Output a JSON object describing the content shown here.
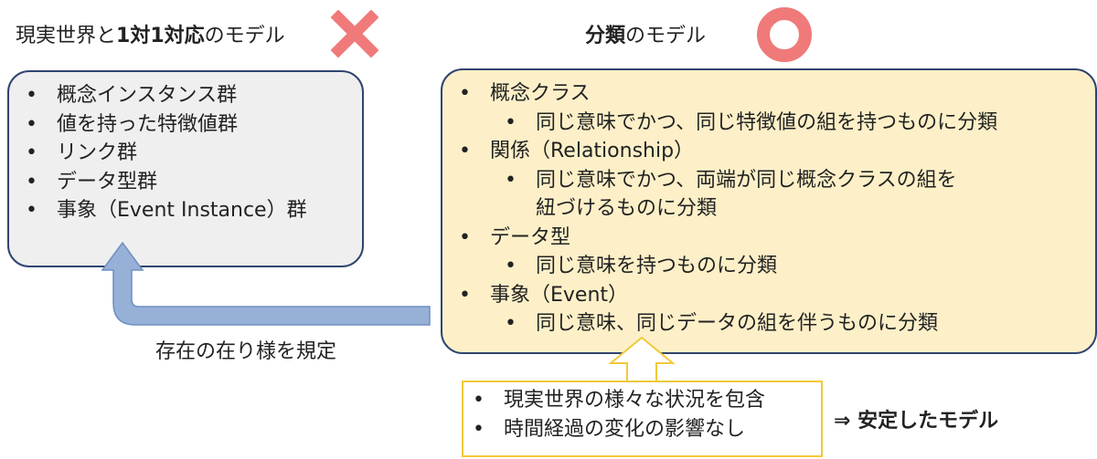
{
  "left": {
    "heading_pre": "現実世界と",
    "heading_bold": "1対1対応",
    "heading_post": "のモデル",
    "items": [
      "概念インスタンス群",
      "値を持った特徴値群",
      "リンク群",
      "データ型群",
      "事象（Event Instance）群"
    ]
  },
  "right": {
    "heading_bold": "分類",
    "heading_post": "のモデル",
    "groups": [
      {
        "label": "概念クラス",
        "sub": [
          "同じ意味でかつ、同じ特徴値の組を持つものに分類"
        ]
      },
      {
        "label": "関係（Relationship）",
        "sub": [
          "同じ意味でかつ、両端が同じ概念クラスの組を",
          "紐づけるものに分類"
        ]
      },
      {
        "label": "データ型",
        "sub": [
          "同じ意味を持つものに分類"
        ]
      },
      {
        "label": "事象（Event）",
        "sub": [
          "同じ意味、同じデータの組を伴うものに分類"
        ]
      }
    ]
  },
  "bottom": {
    "items": [
      "現実世界の様々な状況を包含",
      "時間経過の変化の影響なし"
    ]
  },
  "stable_text": "⇒ 安定したモデル",
  "relation_text": "存在の在り様を規定",
  "colors": {
    "cross": "#f07a7a",
    "circle": "#f07a7a",
    "arrow_blue": "#97b0d8",
    "box_border": "#2f4470",
    "yellow_border": "#f0c93a"
  }
}
